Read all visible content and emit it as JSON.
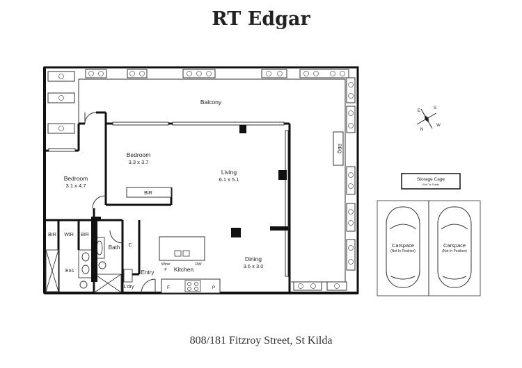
{
  "brand": "RT Edgar",
  "address": "808/181 Fitzroy Street, St Kilda",
  "rooms": {
    "balcony": "Balcony",
    "bedroom1": {
      "name": "Bedroom",
      "size": "3.1 x 4.7"
    },
    "bedroom2": {
      "name": "Bedroom",
      "size": "3.3 x 3.7"
    },
    "living": {
      "name": "Living",
      "size": "6.1 x 5.1"
    },
    "dining": {
      "name": "Dining",
      "size": "3.6 x 3.0"
    },
    "kitchen": "Kitchen",
    "bath": "Bath",
    "ens": "Ens",
    "wir": "WIR",
    "bir_left": "BIR",
    "bir_right": "BIR",
    "bir_bed2": "BIR",
    "entry": "Entry",
    "ldry": "L'dry",
    "cupboard": "C",
    "bbq": "BBQ",
    "fridge": "F",
    "pantry": "P",
    "wine": "Wine",
    "wine_f": "F",
    "dw": "DW"
  },
  "storage": {
    "title": "Storage Cage",
    "note": "(Not To Scale)"
  },
  "carspaces": [
    {
      "name": "Carspace",
      "note": "(Not In Position)"
    },
    {
      "name": "Carspace",
      "note": "(Not In Position)"
    }
  ],
  "compass": {
    "n": "N",
    "s": "S",
    "e": "E",
    "w": "W"
  }
}
